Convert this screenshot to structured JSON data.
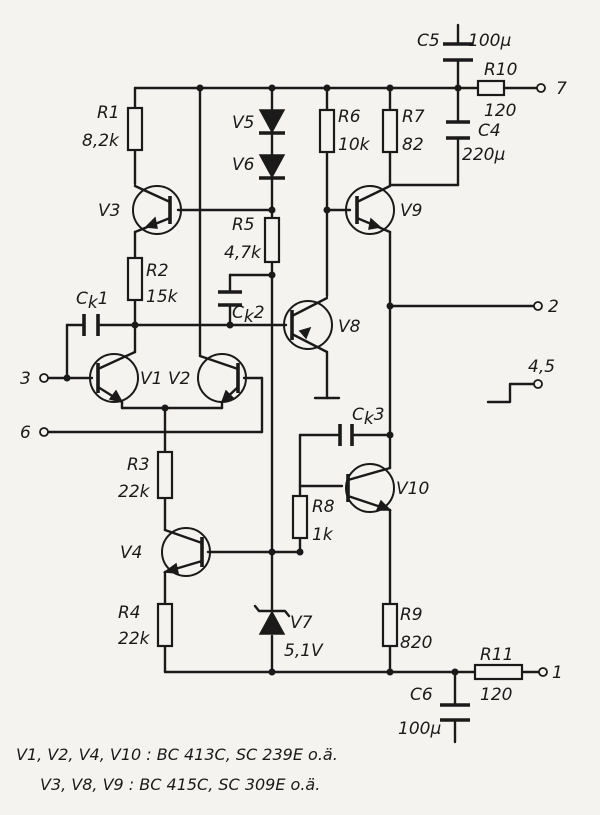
{
  "components": {
    "R1": {
      "name": "R1",
      "value": "8,2k"
    },
    "R2": {
      "name": "R2",
      "value": "15k"
    },
    "R3": {
      "name": "R3",
      "value": "22k"
    },
    "R4": {
      "name": "R4",
      "value": "22k"
    },
    "R5": {
      "name": "R5",
      "value": "4,7k"
    },
    "R6": {
      "name": "R6",
      "value": "10k"
    },
    "R7": {
      "name": "R7",
      "value": "82"
    },
    "R8": {
      "name": "R8",
      "value": "1k"
    },
    "R9": {
      "name": "R9",
      "value": "820"
    },
    "R10": {
      "name": "R10",
      "value": "120"
    },
    "R11": {
      "name": "R11",
      "value": "120"
    },
    "C4": {
      "name": "C4",
      "value": "220µ"
    },
    "C5": {
      "name": "C5",
      "value": "100µ"
    },
    "C6": {
      "name": "C6",
      "value": "100µ"
    },
    "Ck1": {
      "name": "C",
      "sub": "k",
      "num": "1"
    },
    "Ck2": {
      "name": "C",
      "sub": "k",
      "num": "2"
    },
    "Ck3": {
      "name": "C",
      "sub": "k",
      "num": "3"
    },
    "V1": {
      "name": "V1"
    },
    "V2": {
      "name": "V2"
    },
    "V3": {
      "name": "V3"
    },
    "V4": {
      "name": "V4"
    },
    "V5": {
      "name": "V5"
    },
    "V6": {
      "name": "V6"
    },
    "V7": {
      "name": "V7",
      "value": "5,1V"
    },
    "V8": {
      "name": "V8"
    },
    "V9": {
      "name": "V9"
    },
    "V10": {
      "name": "V10"
    }
  },
  "terminals": {
    "t1": "1",
    "t2": "2",
    "t3": "3",
    "t45": "4,5",
    "t6": "6",
    "t7": "7"
  },
  "notes": {
    "line1": "V1, V2, V4, V10 :  BC 413C,  SC 239E  o.ä.",
    "line2": "V3, V8, V9 :  BC 415C,  SC 309E  o.ä."
  }
}
